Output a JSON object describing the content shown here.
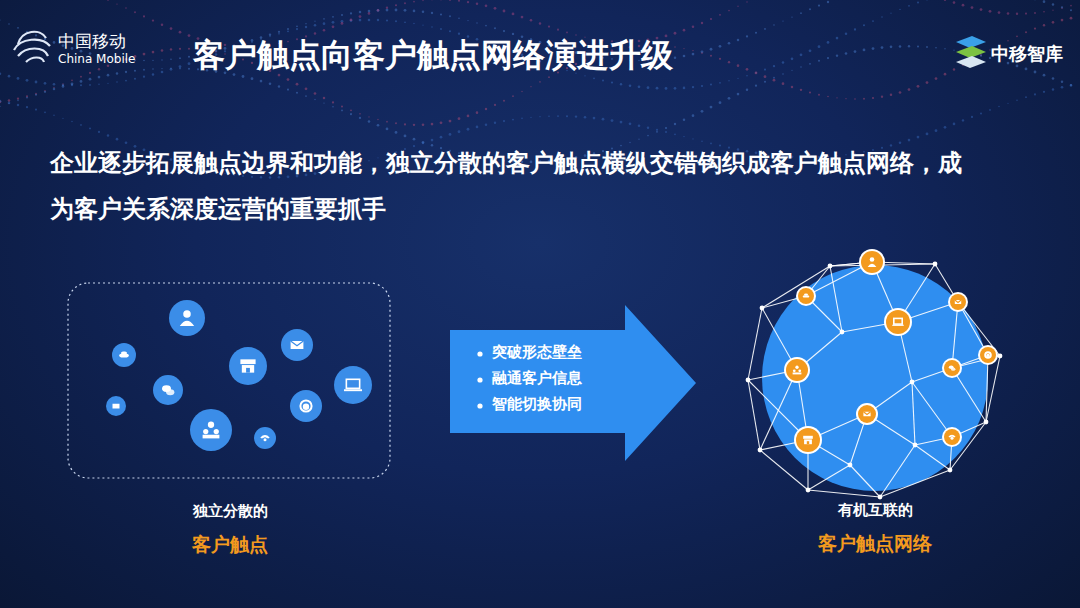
{
  "diagram": {
    "title": "客户触点向客户触点网络演进升级",
    "nodes": [
      {
        "text": [
          "独立分散的",
          "客户触点"
        ]
      },
      {
        "text": [
          "突破形态壁垒",
          "融通客户信息",
          "智能切换协同"
        ]
      },
      {
        "text": [
          "有机互联的",
          "客户触点网络"
        ]
      }
    ],
    "labels": [
      "中国移动",
      "China Mobile",
      "中移智库",
      "企业逐步拓展触点边界和功能，独立分散的客户触点横纵交错钩织成客户触点网络，成 为客户关系深度运营的重要抓手"
    ]
  }
}
